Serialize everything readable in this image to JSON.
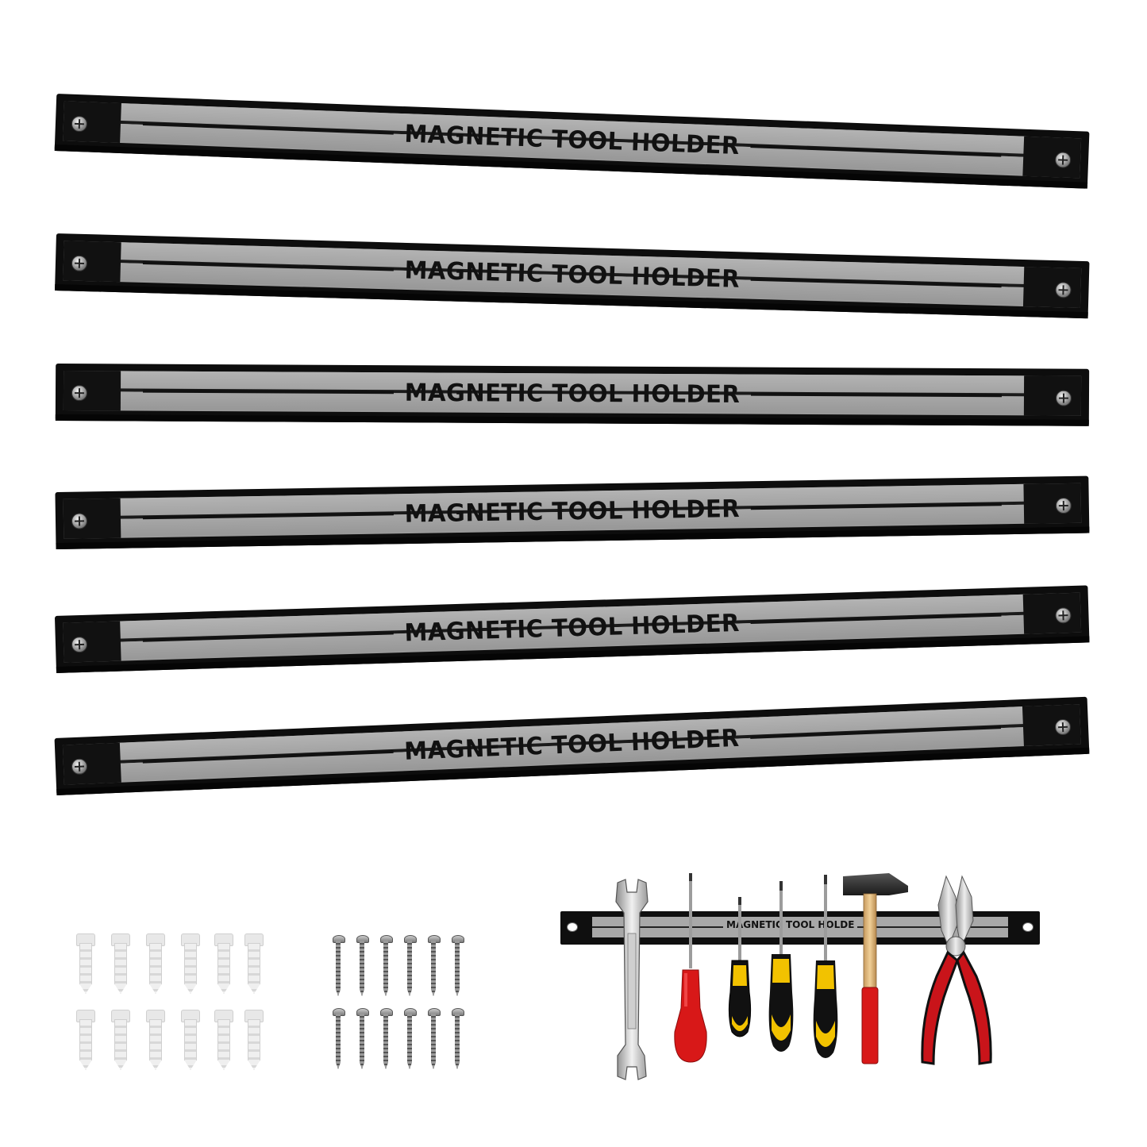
{
  "product": {
    "rail_label": "MAGNETIC TOOL HOLDER",
    "demo_label": "MAGNETIC TOOL HOLDE"
  },
  "rails": [
    {
      "label": "MAGNETIC TOOL HOLDER"
    },
    {
      "label": "MAGNETIC TOOL HOLDER"
    },
    {
      "label": "MAGNETIC TOOL HOLDER"
    },
    {
      "label": "MAGNETIC TOOL HOLDER"
    },
    {
      "label": "MAGNETIC TOOL HOLDER"
    },
    {
      "label": "MAGNETIC TOOL HOLDER"
    }
  ],
  "accessories": {
    "wall_anchor_count": 12,
    "screw_count": 12
  },
  "tools": [
    "open-end-wrench",
    "red-screwdriver",
    "small-screwdriver",
    "yellow-screwdriver",
    "yellow-screwdriver-2",
    "hammer",
    "pliers"
  ],
  "colors": {
    "rail_frame": "#0d0d0d",
    "rail_face": "#9a9a9a",
    "screwdriver_red": "#d81818",
    "screwdriver_yellow": "#f2c200",
    "pliers_red": "#c9141a"
  }
}
